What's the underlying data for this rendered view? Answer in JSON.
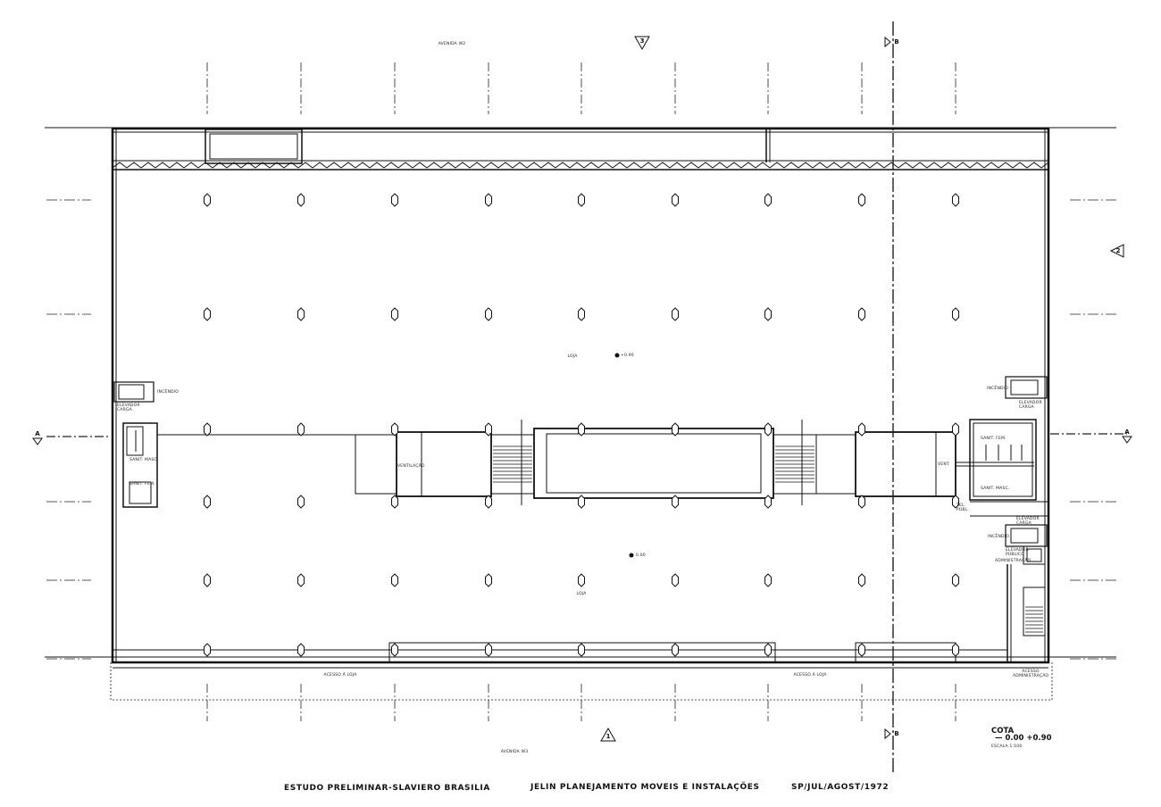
{
  "street_top": "AVENIDA W2",
  "street_bottom": "AVENIDA W3",
  "markers": {
    "m1": "1",
    "m2": "2",
    "m3": "3",
    "sectA": "A",
    "sectB": "B"
  },
  "labels": {
    "loja_upper": "LOJA",
    "level_upper": "+0.90",
    "loja_lower": "LOJA",
    "level_lower": "0.00",
    "incendio_left": "INCÊNDIO",
    "elevador_carga_left": "ELEVADOR CARGA",
    "sanit_masc_left": "SANIT. MASC.",
    "sanit_fem_left": "SANIT. FEM.",
    "ventilacao": "VENTILAÇÃO",
    "vent": "VENT.",
    "incendio_right_top": "INCÊNDIO",
    "elevador_carga_right_top": "ELEVADOR CARGA",
    "sanit_fem_right": "SANIT. FEM.",
    "sanit_masc_right": "SANIT. MASC.",
    "tel_publ": "TEL. PÚBL.",
    "elevador_carga_right_low": "ELEVADOR CARGA",
    "incendio_right_low": "INCÊNDIO",
    "elevador_publico": "ELEVADOR PÚBLICO",
    "administracao": "ADMINISTRAÇÃO",
    "acesso_loja_left": "ACESSO À LOJA",
    "acesso_loja_right": "ACESSO À LOJA",
    "acesso_administracao": "ACESSO ADMINISTRAÇÃO"
  },
  "cota": {
    "label": "COTA",
    "values": "— 0.00 +0.90",
    "scale": "ESCALA 1:100"
  },
  "footer": {
    "project": "ESTUDO PRELIMINAR-SLAVIERO BRASILIA",
    "company": "JELIN PLANEJAMENTO MOVEIS E INSTALAÇÕES",
    "date": "SP/JUL/AGOST/1972"
  }
}
